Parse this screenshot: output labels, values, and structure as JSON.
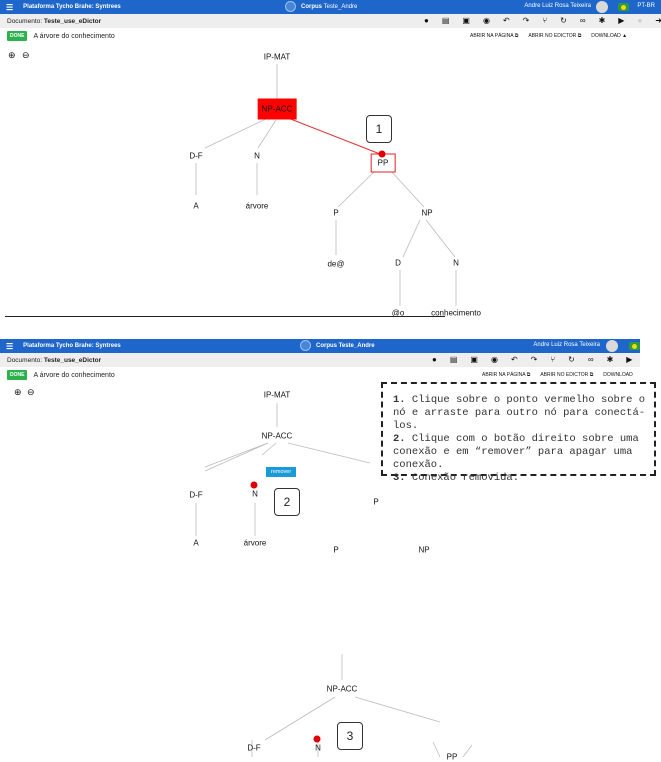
{
  "app": {
    "title": "Plataforma Tycho Brahe: Syntrees",
    "corpus": "Corpus Teste_Andre",
    "corpus_label": "Corpus",
    "corpus_name": "Teste_Andre",
    "user": "Andre Luiz Rosa Teixeira",
    "lang": "PT-BR"
  },
  "document": {
    "label": "Documento:",
    "name": "Teste_use_eDictor"
  },
  "status": {
    "badge": "DONE",
    "sentence": "A árvore do conhecimento"
  },
  "links": {
    "open_page": "ABRIR NA PÁGINA",
    "open_editor": "ABRIR NO EDICTOR",
    "download": "DOWNLOAD",
    "download_short": "DOWNLOAD"
  },
  "tree1": {
    "root": "IP-MAT",
    "np_acc": "NP-ACC",
    "df": "D-F",
    "n": "N",
    "pp": "PP",
    "a": "A",
    "arvore": "árvore",
    "p": "P",
    "np": "NP",
    "de": "de@",
    "d": "D",
    "n2": "N",
    "o": "@o",
    "conhecimento": "conhecimento"
  },
  "tree2": {
    "root": "IP-MAT",
    "np_acc": "NP-ACC",
    "df": "D-F",
    "n": "N",
    "pp": "P",
    "a": "A",
    "arvore": "árvore",
    "p": "P",
    "np": "NP",
    "remove": "remover"
  },
  "tree3": {
    "np_acc": "NP-ACC",
    "df": "D-F",
    "n": "N",
    "pp": "PP"
  },
  "steps": {
    "s1": "1",
    "s2": "2",
    "s3": "3"
  },
  "instructions": {
    "n1": "1.",
    "t1": " Clique sobre o ponto vermelho sobre o nó e arraste para outro nó para conectá-los.",
    "n2": "2.",
    "t2": " Clique com o botão direito sobre uma conexão e em “remover” para apagar uma conexão.",
    "n3": "3.",
    "t3": " Conexão removida."
  },
  "colors": {
    "topbar": "#1e66c9",
    "done": "#2bb24c",
    "selected": "#ff0000",
    "remove": "#1a9bd7"
  },
  "icons": [
    "menu-icon",
    "globe-icon",
    "comment-icon",
    "document-icon",
    "save-icon",
    "eye-icon",
    "undo-icon",
    "redo-icon",
    "split-icon",
    "rotate-icon",
    "link-icon",
    "bug-icon",
    "play-icon",
    "circle-icon",
    "next-icon",
    "zoom-in-icon",
    "zoom-out-icon",
    "external-link-icon",
    "download-icon"
  ]
}
